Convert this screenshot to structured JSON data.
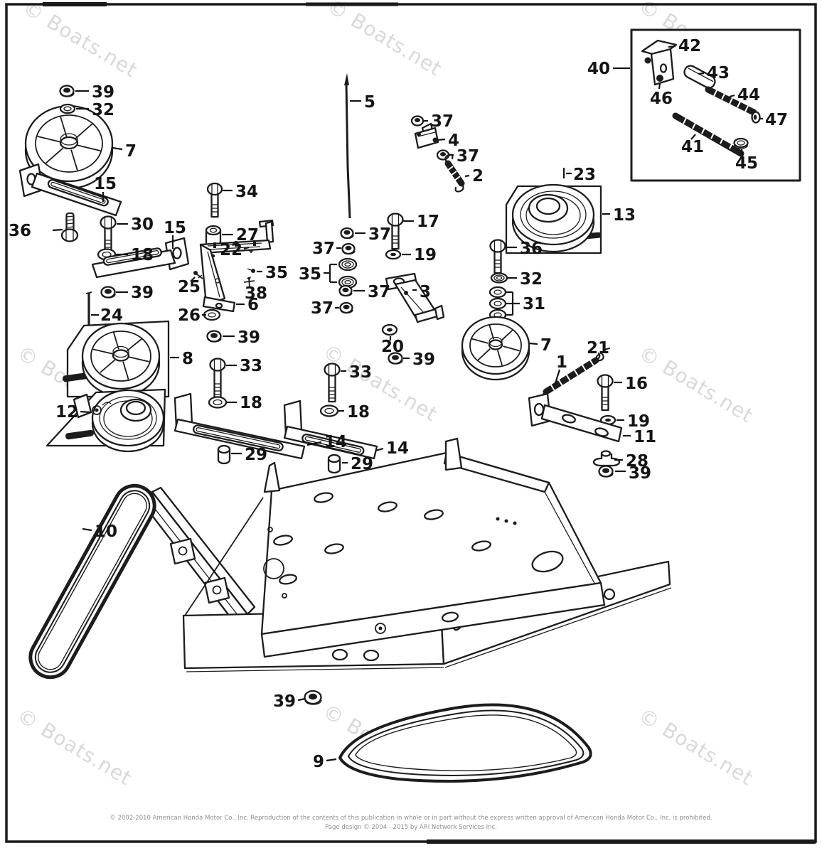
{
  "watermark": {
    "text": "© Boats.net"
  },
  "ink_color": "#1c1c1c",
  "watermark_color": "#d9d9d9",
  "footer": {
    "line1": "© 2002-2010 American Honda Motor Co., Inc.  Reproduction of the contents of this publication in whole or in part without the express written approval of American Honda Motor Co., Inc. is prohibited.",
    "line2": "Page design © 2004 - 2015 by ARI Network Services Inc."
  },
  "callouts": [
    {
      "n": "39"
    },
    {
      "n": "32"
    },
    {
      "n": "7"
    },
    {
      "n": "15"
    },
    {
      "n": "36"
    },
    {
      "n": "30"
    },
    {
      "n": "18"
    },
    {
      "n": "15"
    },
    {
      "n": "39"
    },
    {
      "n": "24"
    },
    {
      "n": "8"
    },
    {
      "n": "12"
    },
    {
      "n": "34"
    },
    {
      "n": "27"
    },
    {
      "n": "22"
    },
    {
      "n": "35"
    },
    {
      "n": "25"
    },
    {
      "n": "38"
    },
    {
      "n": "26"
    },
    {
      "n": "6"
    },
    {
      "n": "39"
    },
    {
      "n": "33"
    },
    {
      "n": "18"
    },
    {
      "n": "14"
    },
    {
      "n": "29"
    },
    {
      "n": "5"
    },
    {
      "n": "37"
    },
    {
      "n": "4"
    },
    {
      "n": "37"
    },
    {
      "n": "2"
    },
    {
      "n": "17"
    },
    {
      "n": "37"
    },
    {
      "n": "37"
    },
    {
      "n": "19"
    },
    {
      "n": "35"
    },
    {
      "n": "37"
    },
    {
      "n": "37"
    },
    {
      "n": "3"
    },
    {
      "n": "20"
    },
    {
      "n": "39"
    },
    {
      "n": "33"
    },
    {
      "n": "18"
    },
    {
      "n": "14"
    },
    {
      "n": "29"
    },
    {
      "n": "23"
    },
    {
      "n": "13"
    },
    {
      "n": "36"
    },
    {
      "n": "32"
    },
    {
      "n": "31"
    },
    {
      "n": "7"
    },
    {
      "n": "1"
    },
    {
      "n": "21"
    },
    {
      "n": "16"
    },
    {
      "n": "19"
    },
    {
      "n": "11"
    },
    {
      "n": "28"
    },
    {
      "n": "39"
    },
    {
      "n": "40"
    },
    {
      "n": "42"
    },
    {
      "n": "43"
    },
    {
      "n": "46"
    },
    {
      "n": "44"
    },
    {
      "n": "47"
    },
    {
      "n": "41"
    },
    {
      "n": "45"
    },
    {
      "n": "10"
    },
    {
      "n": "39"
    },
    {
      "n": "9"
    }
  ]
}
